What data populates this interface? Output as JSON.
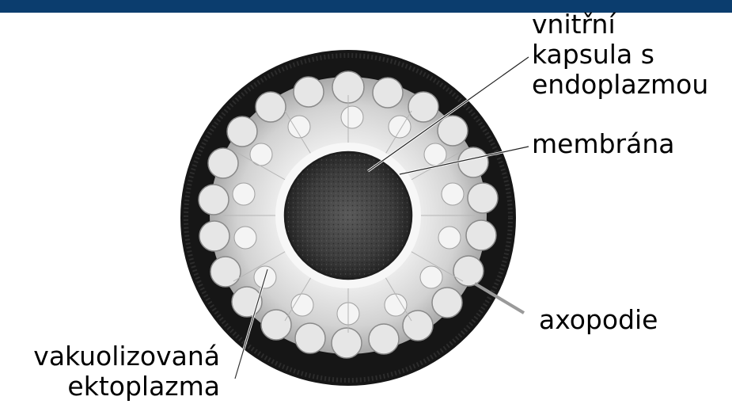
{
  "diagram": {
    "labels": {
      "inner_capsule": "vnitřní\nkapsula s\nendoplazmou",
      "membrane": "membrána",
      "axopodia": "axopodie",
      "ectoplasm": "vakuolizovaná\nektoplazma"
    },
    "colors": {
      "header_bar": "#0b3d6e",
      "outer_ring": "#161616",
      "ectoplasm": "#d9d9d9",
      "capsule": "#3a3a3a",
      "pointer_axopodia": "#9a9a9a"
    }
  }
}
